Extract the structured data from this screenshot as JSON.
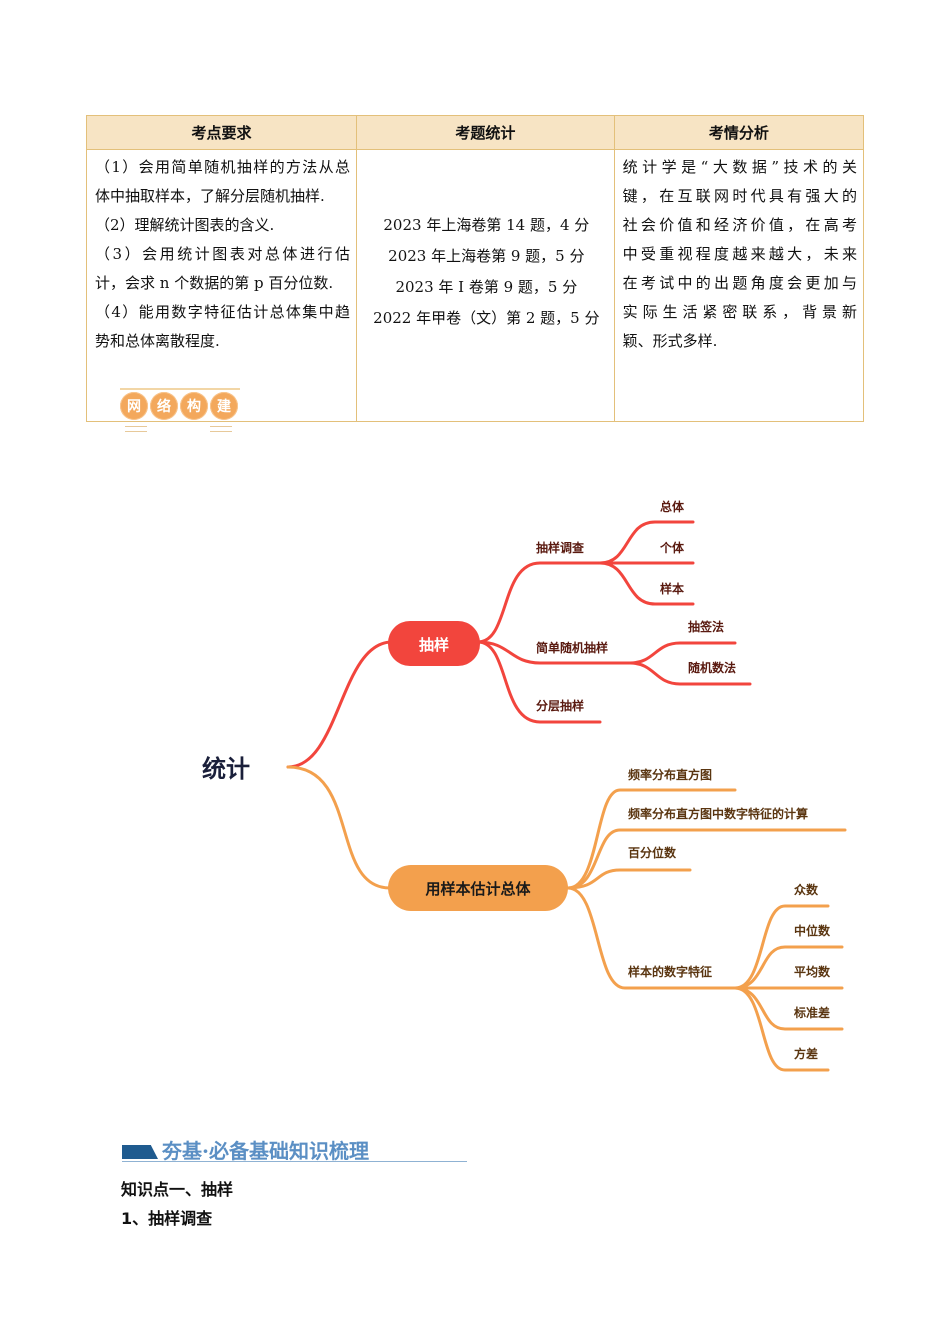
{
  "table": {
    "headers": [
      "考点要求",
      "考题统计",
      "考情分析"
    ],
    "requirements": [
      "（1）会用简单随机抽样的方法从总",
      "体中抽取样本，了解分层随机抽样.",
      "（2）理解统计图表的含义.",
      "（3）会用统计图表对总体进行估",
      "计，会求 n 个数据的第 p 百分位数.",
      "（4）能用数字特征估计总体集中趋",
      "势和总体离散程度."
    ],
    "exam_stats": [
      "2023 年上海卷第 14 题，4 分",
      "2023 年上海卷第 9 题，5 分",
      "2023 年 I 卷第 9 题，5 分",
      "2022 年甲卷（文）第 2 题，5 分"
    ],
    "analysis": [
      "统计学是“大数据”技术的关",
      "键，在互联网时代具有强大的",
      "社会价值和经济价值，在高考",
      "中受重视程度越来越大，未来",
      "在考试中的出题角度会更加与",
      "实际生活紧密联系，背景新",
      "颖、形式多样."
    ]
  },
  "badge": {
    "chars": [
      "网",
      "络",
      "构",
      "建"
    ]
  },
  "mindmap": {
    "root": "统计",
    "colors": {
      "red": "#f2453d",
      "orange": "#f3a04d",
      "root_text": "#1a1f3a",
      "leaf_red_text": "#5a1a10",
      "leaf_orange_text": "#5a3510"
    },
    "branch1": {
      "label": "抽样",
      "children": [
        {
          "label": "抽样调查",
          "children": [
            "总体",
            "个体",
            "样本"
          ]
        },
        {
          "label": "简单随机抽样",
          "children": [
            "抽签法",
            "随机数法"
          ]
        },
        {
          "label": "分层抽样",
          "children": []
        }
      ]
    },
    "branch2": {
      "label": "用样本估计总体",
      "children": [
        {
          "label": "频率分布直方图",
          "children": []
        },
        {
          "label": "频率分布直方图中数字特征的计算",
          "children": []
        },
        {
          "label": "百分位数",
          "children": []
        },
        {
          "label": "样本的数字特征",
          "children": [
            "众数",
            "中位数",
            "平均数",
            "标准差",
            "方差"
          ]
        }
      ]
    }
  },
  "section": {
    "title": "夯基·必备基础知识梳理",
    "heading1": "知识点一、抽样",
    "heading2": "1、抽样调查"
  }
}
